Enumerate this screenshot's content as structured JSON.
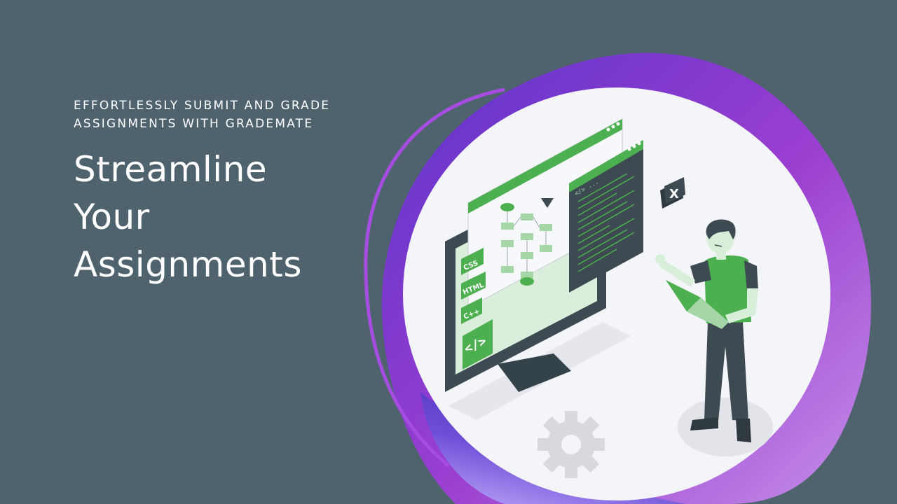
{
  "hero": {
    "subtitle_lines": [
      "EFFORTLESSLY SUBMIT AND GRADE",
      "ASSIGNMENTS WITH GRADEMATE"
    ],
    "headline_lines": [
      "Streamline",
      "Your",
      "Assignments"
    ]
  },
  "illustration": {
    "tags": [
      "CSS",
      "HTML",
      "C++"
    ],
    "code_icon": "</>",
    "close_badge": "X",
    "colors": {
      "background": "#4f636f",
      "accent_green": "#4caf50",
      "blob_purple": "#7b3fd4",
      "blob_magenta": "#b34fd0",
      "circle": "#f4f5f9",
      "monitor": "#3d4a52"
    },
    "icons": [
      "monitor-illustration",
      "code-icon",
      "gear-icon",
      "laptop-icon",
      "close-icon",
      "person-illustration"
    ]
  }
}
